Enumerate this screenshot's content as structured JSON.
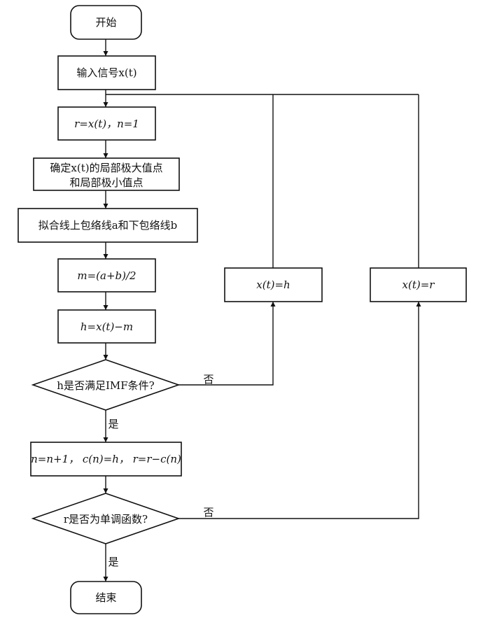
{
  "diagram": {
    "type": "flowchart",
    "colors": {
      "stroke": "#111111",
      "fill": "#ffffff",
      "text": "#111111"
    },
    "nodes": [
      {
        "id": "start",
        "shape": "terminal",
        "label": "开始"
      },
      {
        "id": "input",
        "shape": "process",
        "label": "输入信号x(t)"
      },
      {
        "id": "init",
        "shape": "process",
        "label": "r=x(t)，n=1"
      },
      {
        "id": "extrema",
        "shape": "process",
        "lines": [
          "确定x(t)的局部极大值点",
          "和局部极小值点"
        ]
      },
      {
        "id": "envelope",
        "shape": "process",
        "label": "拟合线上包络线a和下包络线b"
      },
      {
        "id": "mean",
        "shape": "process",
        "label": "m=(a+b)/2"
      },
      {
        "id": "diff",
        "shape": "process",
        "label": "h=x(t)−m"
      },
      {
        "id": "imf_check",
        "shape": "decision",
        "label": "h是否满足IMF条件?"
      },
      {
        "id": "update",
        "shape": "process",
        "label": "n=n+1， c(n)=h， r=r−c(n)"
      },
      {
        "id": "mono_check",
        "shape": "decision",
        "label": "r是否为单调函数?"
      },
      {
        "id": "set_h",
        "shape": "process",
        "label": "x(t)=h"
      },
      {
        "id": "set_r",
        "shape": "process",
        "label": "x(t)=r"
      },
      {
        "id": "end",
        "shape": "terminal",
        "label": "结束"
      }
    ],
    "edges": [
      {
        "from": "start",
        "to": "input",
        "label": ""
      },
      {
        "from": "input",
        "to": "init",
        "label": ""
      },
      {
        "from": "init",
        "to": "extrema",
        "label": ""
      },
      {
        "from": "extrema",
        "to": "envelope",
        "label": ""
      },
      {
        "from": "envelope",
        "to": "mean",
        "label": ""
      },
      {
        "from": "mean",
        "to": "diff",
        "label": ""
      },
      {
        "from": "diff",
        "to": "imf_check",
        "label": ""
      },
      {
        "from": "imf_check",
        "to": "update",
        "label": "是"
      },
      {
        "from": "imf_check",
        "to": "set_h",
        "label": "否"
      },
      {
        "from": "set_h",
        "to": "init",
        "label": ""
      },
      {
        "from": "update",
        "to": "mono_check",
        "label": ""
      },
      {
        "from": "mono_check",
        "to": "end",
        "label": "是"
      },
      {
        "from": "mono_check",
        "to": "set_r",
        "label": "否"
      },
      {
        "from": "set_r",
        "to": "init",
        "label": ""
      }
    ],
    "labels": {
      "yes": "是",
      "no": "否"
    }
  }
}
